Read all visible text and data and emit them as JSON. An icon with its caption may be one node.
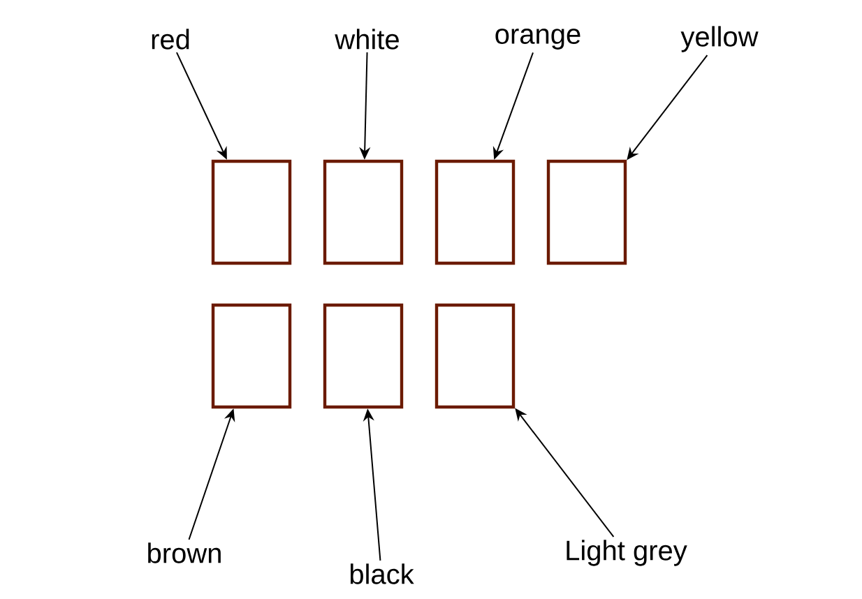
{
  "diagram": {
    "nodes": [
      {
        "text": [
          "red"
        ]
      },
      {
        "text": [
          "white"
        ]
      },
      {
        "text": [
          "orange"
        ]
      },
      {
        "text": [
          "yellow"
        ]
      },
      {
        "text": [],
        "shape": "box"
      },
      {
        "text": [],
        "shape": "box"
      },
      {
        "text": [],
        "shape": "box"
      },
      {
        "text": [],
        "shape": "box"
      },
      {
        "text": [],
        "shape": "box"
      },
      {
        "text": [],
        "shape": "box"
      },
      {
        "text": [],
        "shape": "box"
      },
      {
        "text": [
          "brown"
        ]
      },
      {
        "text": [
          "black"
        ]
      },
      {
        "text": [
          "Light grey"
        ]
      }
    ],
    "edges": [
      {
        "from": 0,
        "to": 4,
        "arrow": "to"
      },
      {
        "from": 1,
        "to": 5,
        "arrow": "to"
      },
      {
        "from": 2,
        "to": 6,
        "arrow": "to"
      },
      {
        "from": 3,
        "to": 7,
        "arrow": "to"
      },
      {
        "from": 11,
        "to": 8,
        "arrow": "to"
      },
      {
        "from": 12,
        "to": 9,
        "arrow": "to"
      },
      {
        "from": 13,
        "to": 10,
        "arrow": "to"
      }
    ]
  }
}
